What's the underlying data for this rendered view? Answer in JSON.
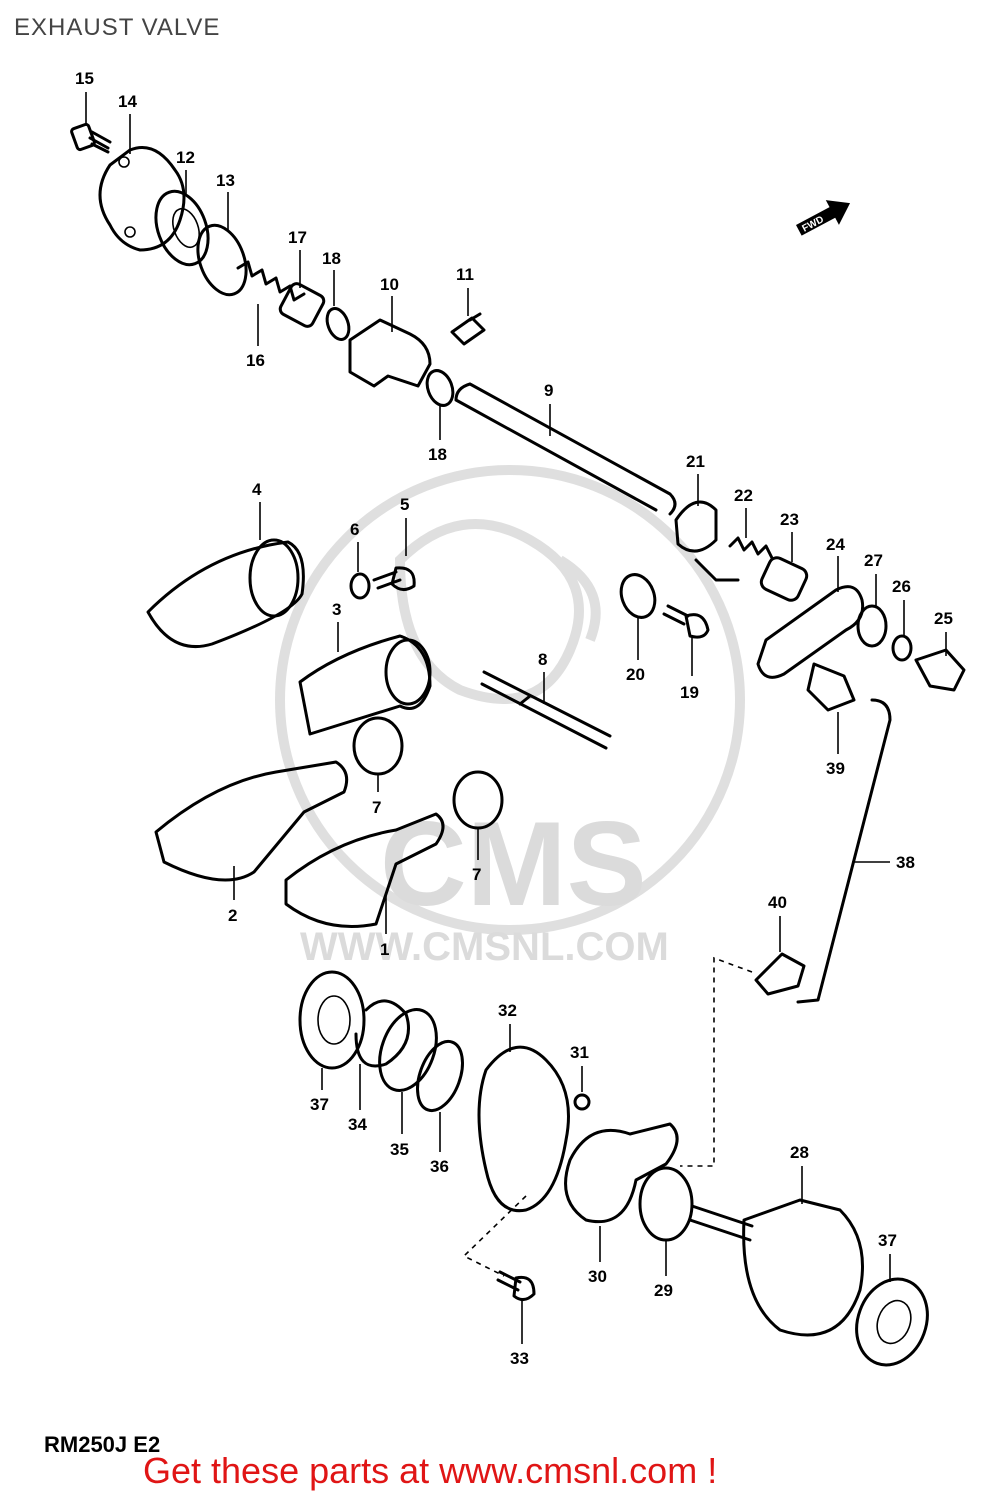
{
  "title": "EXHAUST VALVE",
  "model_code": "RM250J E2",
  "footer_text": "Get these parts at www.cmsnl.com !",
  "watermark": {
    "logo_text": "CMS",
    "url_text": "WWW.CMSNL.COM"
  },
  "direction_badge": "FWD",
  "callouts": [
    "15",
    "14",
    "12",
    "13",
    "17",
    "18",
    "10",
    "11",
    "16",
    "9",
    "18",
    "21",
    "22",
    "23",
    "24",
    "27",
    "26",
    "25",
    "4",
    "5",
    "6",
    "3",
    "8",
    "20",
    "19",
    "39",
    "7",
    "7",
    "38",
    "2",
    "1",
    "40",
    "32",
    "31",
    "37",
    "34",
    "35",
    "36",
    "28",
    "37",
    "30",
    "29",
    "33"
  ],
  "colors": {
    "footer": "#e01515",
    "line": "#000000",
    "watermark": "#dcdcdc"
  }
}
